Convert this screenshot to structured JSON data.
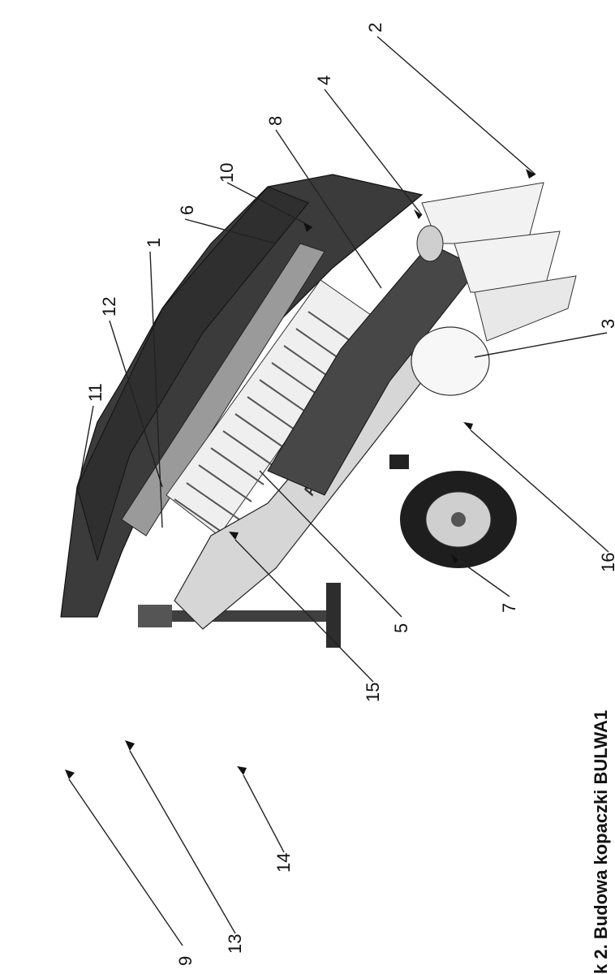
{
  "caption": "k 2.  Budowa kopaczki BULWA1",
  "callouts": [
    "1",
    "2",
    "3",
    "4",
    "5",
    "6",
    "7",
    "8",
    "9",
    "10",
    "11",
    "12",
    "13",
    "14",
    "15",
    "16"
  ],
  "machine_marking": "AKPIL",
  "colors": {
    "frame_dark": "#3a3a3a",
    "panel_light": "#d9d9d9",
    "background": "#ffffff"
  }
}
